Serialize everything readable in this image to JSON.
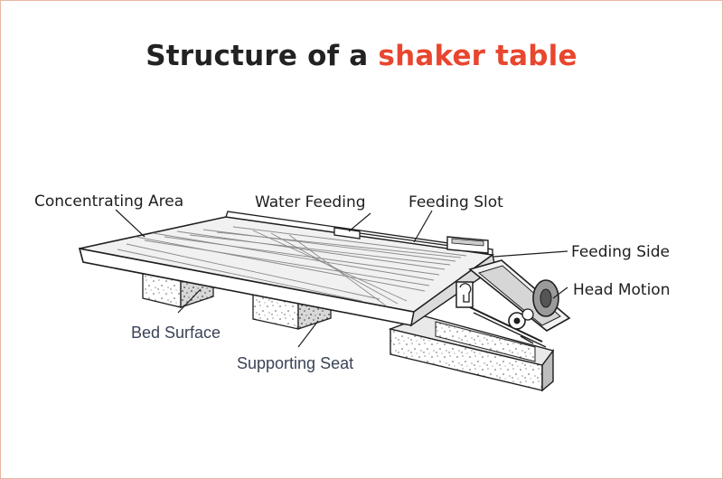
{
  "title": {
    "prefix": "Structure of a ",
    "highlight": "shaker table"
  },
  "labels": {
    "concentrating_area": "Concentrating Area",
    "water_feeding": "Water Feeding",
    "feeding_slot": "Feeding Slot",
    "feeding_side": "Feeding Side",
    "head_motion": "Head Motion",
    "bed_surface": "Bed Surface",
    "supporting_seat": "Supporting Seat"
  },
  "colors": {
    "title_text": "#222222",
    "title_accent": "#e8462e",
    "frame_border": "#e8b4a4",
    "overlay_label": "#3a4356"
  }
}
